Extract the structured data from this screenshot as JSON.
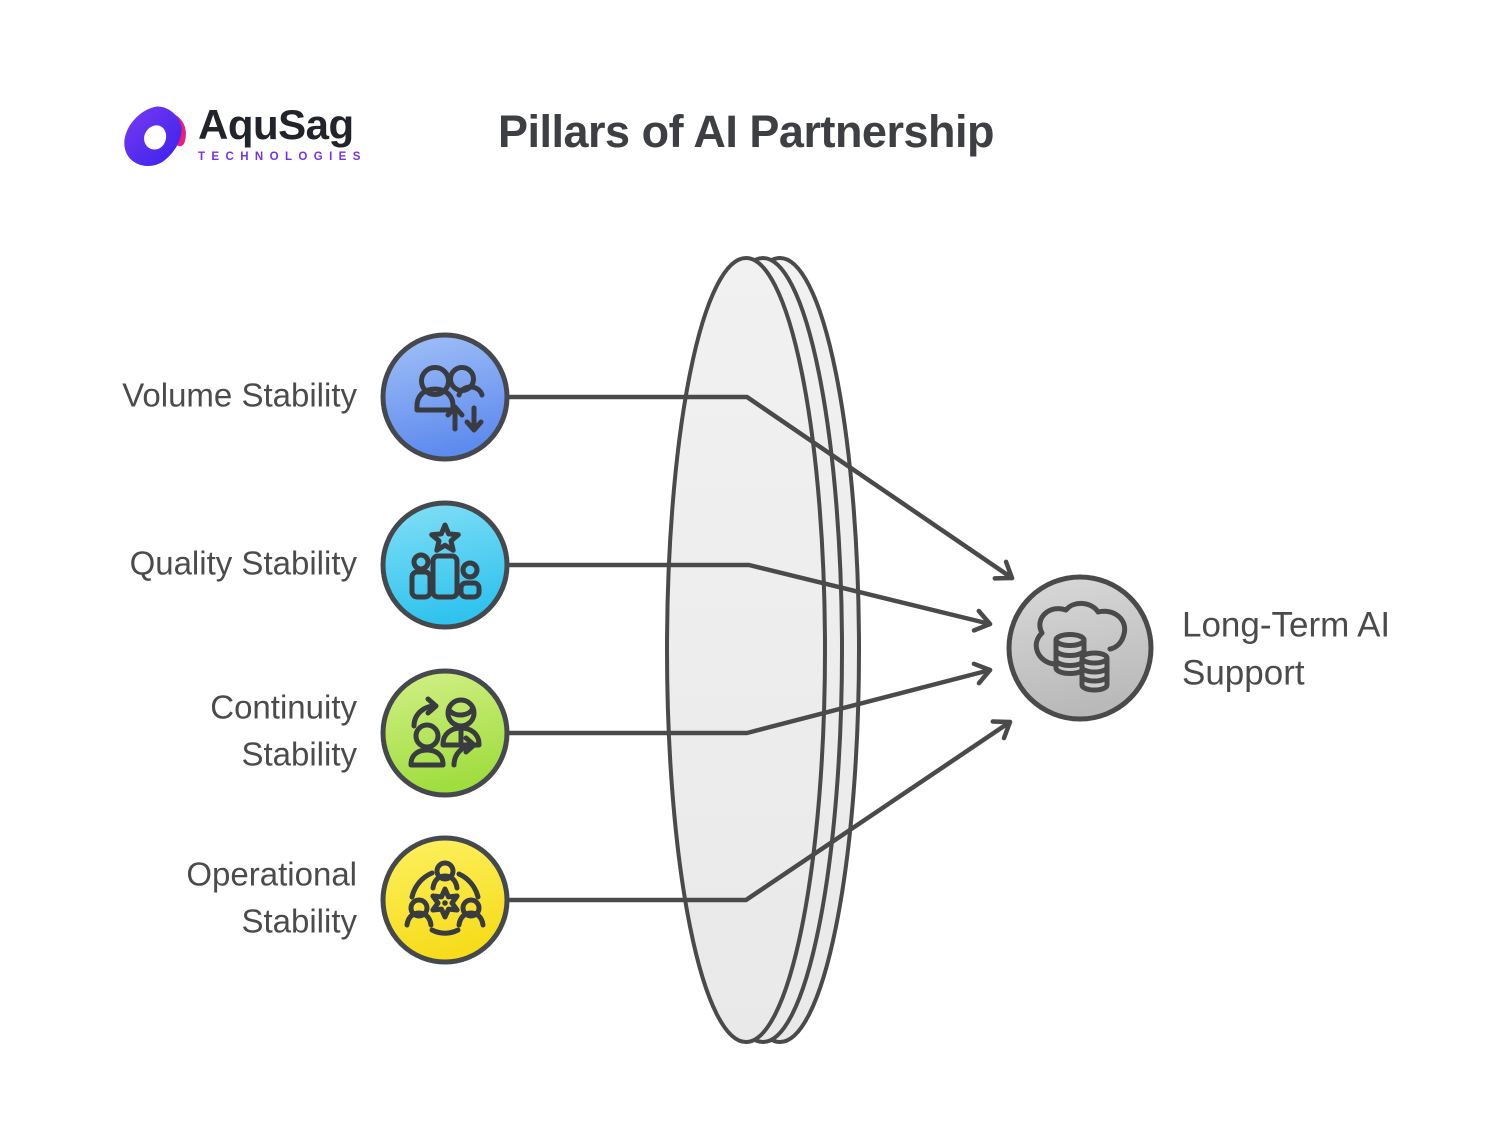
{
  "brand": {
    "name": "AquSag",
    "tagline": "TECHNOLOGIES",
    "logo_purple": "#7a3bf2",
    "logo_blue": "#3820ec",
    "logo_magenta": "#ec1e79"
  },
  "title": "Pillars of AI Partnership",
  "pillars": [
    {
      "label": "Volume Stability",
      "icon": "team-volume-arrows-icon",
      "color_top": "#a3c1f7",
      "color_bottom": "#5e8bee"
    },
    {
      "label": "Quality Stability",
      "icon": "quality-star-podium-icon",
      "color_top": "#85dff7",
      "color_bottom": "#30c3ed"
    },
    {
      "label": "Continuity Stability",
      "icon": "people-handover-cycle-icon",
      "color_top": "#d4f087",
      "color_bottom": "#a0dd3f"
    },
    {
      "label": "Operational Stability",
      "icon": "team-gear-collaboration-icon",
      "color_top": "#fdf162",
      "color_bottom": "#f6dc1b"
    }
  ],
  "outcome": {
    "label": "Long-Term AI Support",
    "icon": "cloud-databases-icon",
    "color_top": "#d9d9d9",
    "color_bottom": "#b9b9b9"
  },
  "colors": {
    "line_stroke": "#4a4a4a",
    "icon_stroke": "#383c40",
    "lens_fill_top": "#f1f1f1",
    "lens_fill_bottom": "#e9e9e9",
    "text": "#4b4b4b",
    "title_text": "#3d3f42"
  }
}
